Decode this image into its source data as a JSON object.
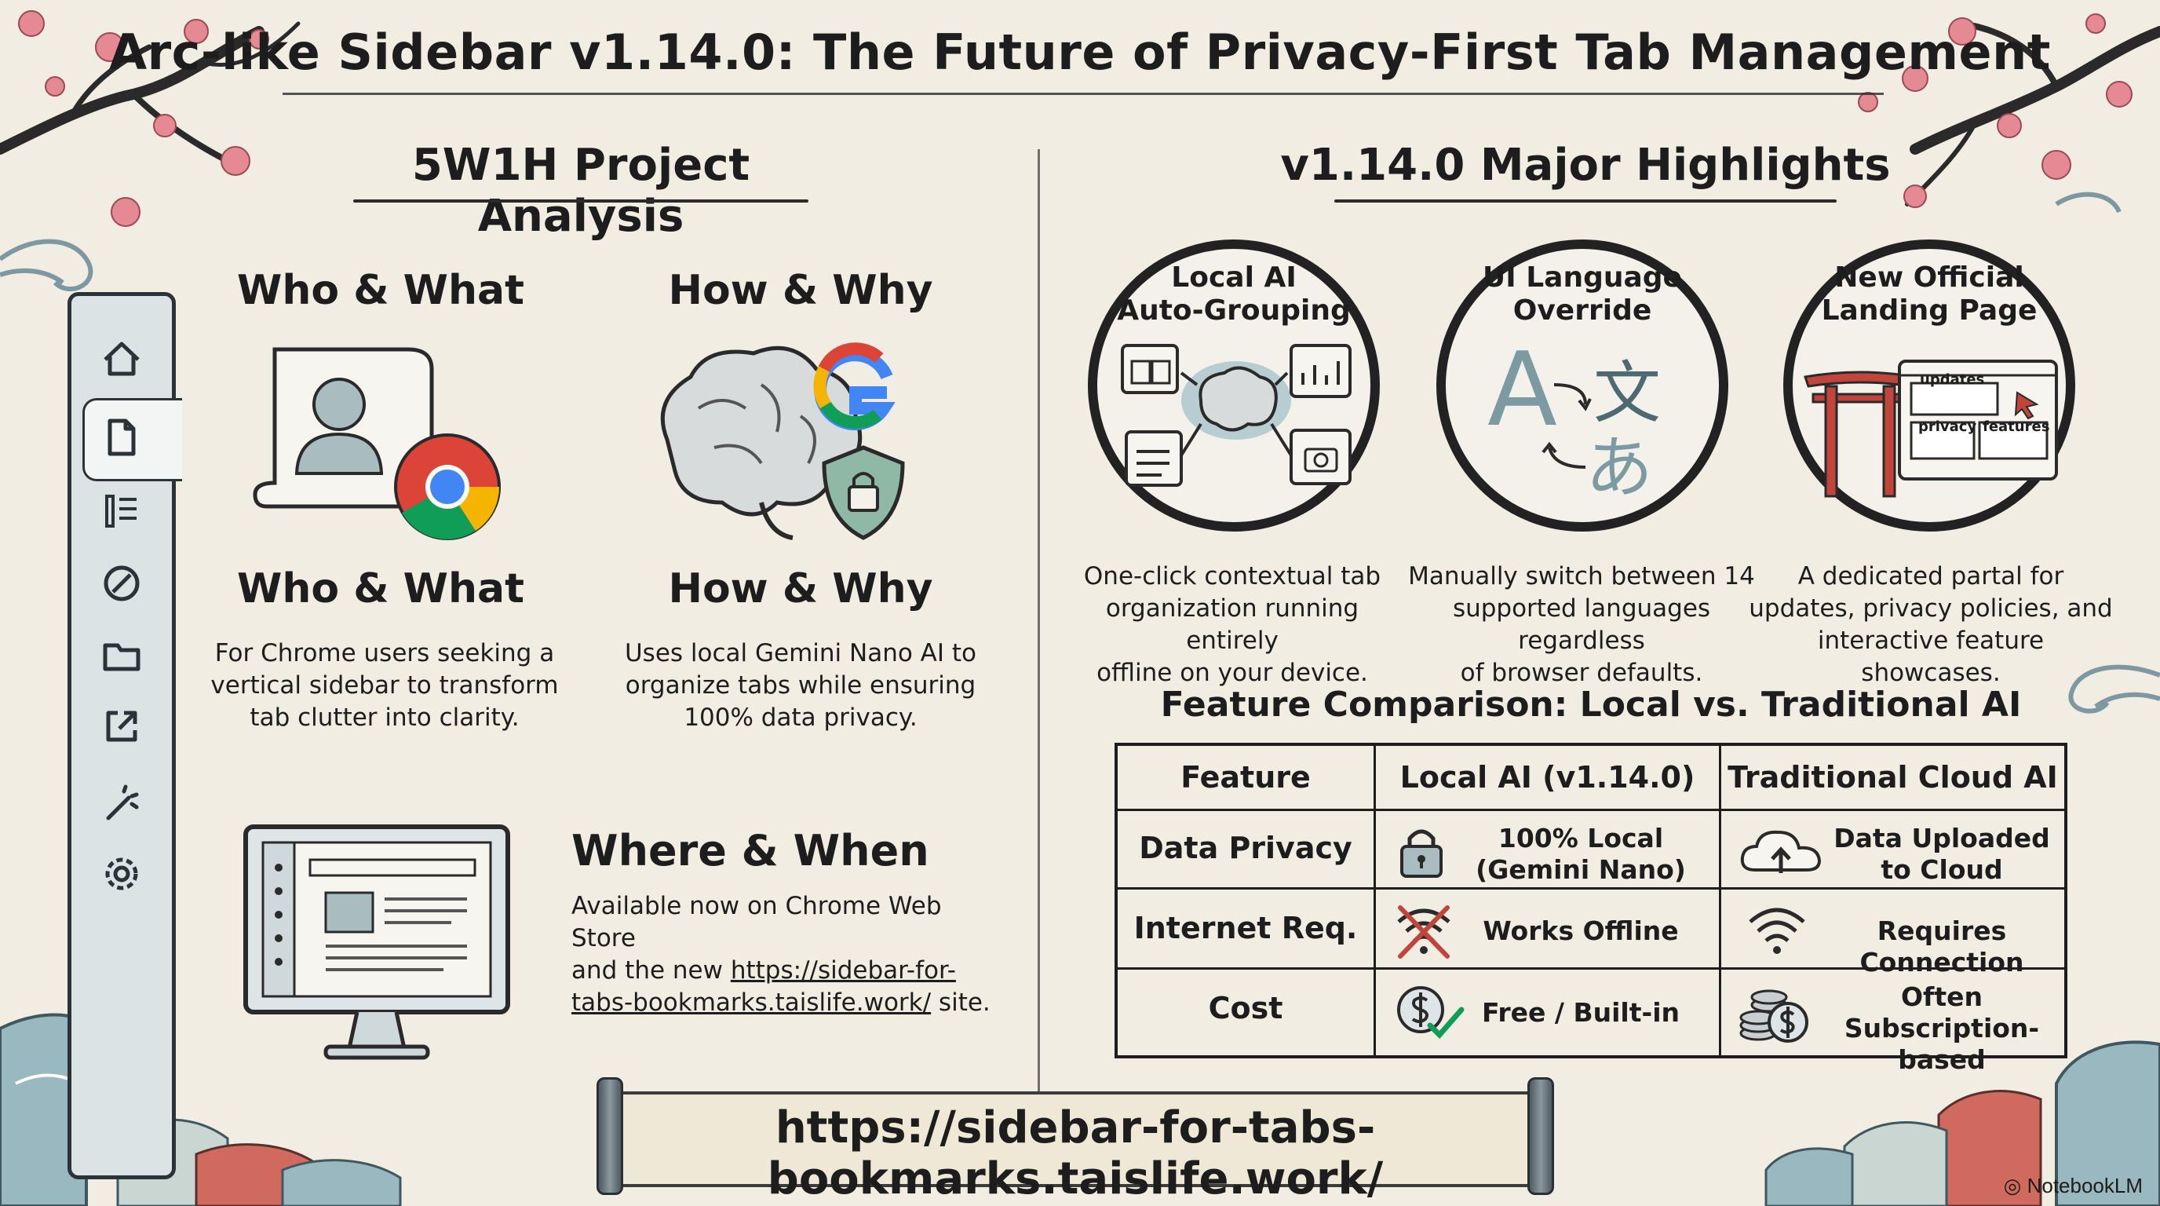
{
  "header": {
    "title": "Arc-like Sidebar v1.14.0: The Future of Privacy-First Tab Management"
  },
  "analysis": {
    "heading": "5W1H Project Analysis",
    "who_what": {
      "top_label": "Who & What",
      "label": "Who & What",
      "text": [
        "For Chrome users seeking a",
        "vertical sidebar to transform",
        "tab clutter into clarity."
      ]
    },
    "how_why": {
      "top_label": "How & Why",
      "label": "How & Why",
      "text": [
        "Uses local Gemini Nano AI to",
        "organize tabs while ensuring",
        "100% data privacy."
      ]
    },
    "where_when": {
      "label": "Where & When",
      "line1": "Available now on Chrome Web Store",
      "line2_prefix": "and the new ",
      "link_part1": "https://sidebar-for-",
      "link_part2": "tabs-bookmarks.taislife.work/",
      "line3_suffix": " site."
    }
  },
  "highlights": {
    "heading": "v1.14.0 Major Highlights",
    "items": [
      {
        "title": [
          "Local AI",
          "Auto-Grouping"
        ],
        "desc": [
          "One-click contextual tab",
          "organization running entirely",
          "offline on your device."
        ]
      },
      {
        "title": [
          "UI Language",
          "Override"
        ],
        "desc": [
          "Manually switch between 14",
          "supported languages regardless",
          "of browser defaults."
        ],
        "glyphs": [
          "A",
          "文",
          "あ"
        ]
      },
      {
        "title": [
          "New Official",
          "Landing Page"
        ],
        "desc": [
          "A dedicated partal for",
          "updates, privacy policies, and",
          "interactive feature showcases."
        ],
        "tabs": [
          "updates",
          "privacy",
          "features"
        ]
      }
    ]
  },
  "comparison": {
    "heading": "Feature Comparison: Local vs. Traditional AI",
    "headers": [
      "Feature",
      "Local AI (v1.14.0)",
      "Traditional Cloud AI"
    ],
    "rows": [
      {
        "feature": "Data Privacy",
        "local": [
          "100% Local",
          "(Gemini Nano)"
        ],
        "local_icon": "padlock-icon",
        "cloud": [
          "Data Uploaded",
          "to Cloud"
        ],
        "cloud_icon": "cloud-upload-icon"
      },
      {
        "feature": "Internet Req.",
        "local": [
          "Works Offline"
        ],
        "local_icon": "wifi-off-icon",
        "cloud": [
          "Requires Connection"
        ],
        "cloud_icon": "wifi-icon"
      },
      {
        "feature": "Cost",
        "local": [
          "Free / Built-in"
        ],
        "local_icon": "dollar-check-icon",
        "cloud": [
          "Often",
          "Subscription-based"
        ],
        "cloud_icon": "coins-icon"
      }
    ]
  },
  "banner": {
    "url": "https://sidebar-for-tabs-bookmarks.taislife.work/"
  },
  "brand": {
    "name": "NotebookLM"
  },
  "colors": {
    "ink": "#1d1d1d",
    "paper": "#f1ede3",
    "blossom": "#e58a94",
    "wave": "#8fb0b8",
    "wave_red": "#c8574d",
    "torii": "#c2453b",
    "chrome_red": "#db4437",
    "chrome_yellow": "#f4b400",
    "chrome_green": "#0f9d58",
    "chrome_blue": "#4285f4"
  }
}
